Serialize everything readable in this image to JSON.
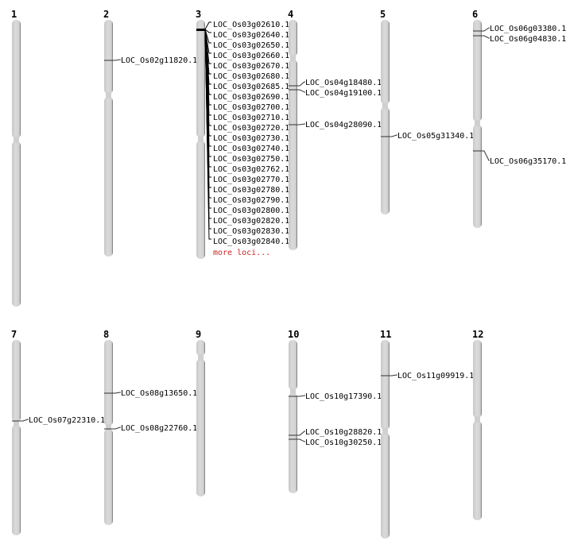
{
  "chromosomes": [
    {
      "name": "1",
      "loci": []
    },
    {
      "name": "2",
      "loci": [
        "LOC_Os02g11820.1"
      ]
    },
    {
      "name": "3",
      "loci": [
        "LOC_Os03g02610.1",
        "LOC_Os03g02640.1",
        "LOC_Os03g02650.1",
        "LOC_Os03g02660.1",
        "LOC_Os03g02670.1",
        "LOC_Os03g02680.1",
        "LOC_Os03g02685.1",
        "LOC_Os03g02690.1",
        "LOC_Os03g02700.1",
        "LOC_Os03g02710.1",
        "LOC_Os03g02720.1",
        "LOC_Os03g02730.1",
        "LOC_Os03g02740.1",
        "LOC_Os03g02750.1",
        "LOC_Os03g02762.1",
        "LOC_Os03g02770.1",
        "LOC_Os03g02780.1",
        "LOC_Os03g02790.1",
        "LOC_Os03g02800.1",
        "LOC_Os03g02820.1",
        "LOC_Os03g02830.1",
        "LOC_Os03g02840.1"
      ],
      "more": "more loci..."
    },
    {
      "name": "4",
      "loci": [
        "LOC_Os04g18480.1",
        "LOC_Os04g19100.1",
        "LOC_Os04g28090.1"
      ]
    },
    {
      "name": "5",
      "loci": [
        "LOC_Os05g31340.1"
      ]
    },
    {
      "name": "6",
      "loci": [
        "LOC_Os06g03380.1",
        "LOC_Os06g04830.1",
        "LOC_Os06g35170.1"
      ]
    },
    {
      "name": "7",
      "loci": [
        "LOC_Os07g22310.1"
      ]
    },
    {
      "name": "8",
      "loci": [
        "LOC_Os08g13650.1",
        "LOC_Os08g22760.1"
      ]
    },
    {
      "name": "9",
      "loci": []
    },
    {
      "name": "10",
      "loci": [
        "LOC_Os10g17390.1",
        "LOC_Os10g28820.1",
        "LOC_Os10g30250.1"
      ]
    },
    {
      "name": "11",
      "loci": [
        "LOC_Os11g09919.1"
      ]
    },
    {
      "name": "12",
      "loci": []
    }
  ]
}
